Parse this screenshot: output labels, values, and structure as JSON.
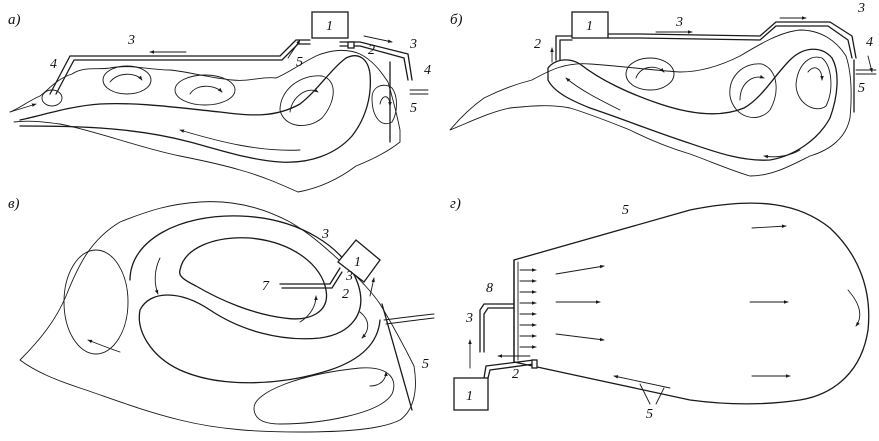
{
  "panels": [
    {
      "id": "a",
      "label": "а)"
    },
    {
      "id": "b",
      "label": "б)"
    },
    {
      "id": "v",
      "label": "в)"
    },
    {
      "id": "g",
      "label": "г)"
    }
  ],
  "callouts": {
    "n1": "1",
    "n2": "2",
    "n3": "3",
    "n4": "4",
    "n5": "5",
    "n7": "7",
    "n8": "8"
  }
}
